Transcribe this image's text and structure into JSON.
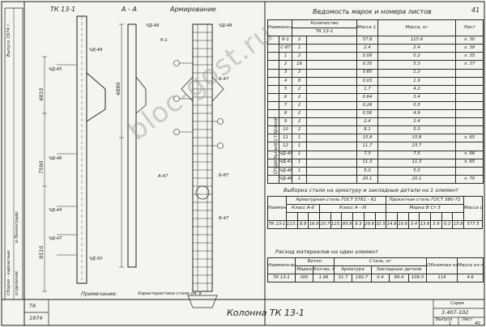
{
  "drawing": {
    "title_left": "ТК 13-1",
    "section_aa": "А - А",
    "reinforcement_label": "Армирование",
    "notes_label": "Примечание:",
    "notes_text": "Характеристики стали см. в",
    "sheet_number": "41",
    "watermark": "bloc-gost.ru",
    "dims": [
      "4810",
      "4890",
      "7590",
      "9510"
    ],
    "marks": [
      "ЧД-45",
      "ЧД-46",
      "ЧД-44",
      "ЧД-47",
      "ЧД-48",
      "ЧД-49",
      "ЧД-50",
      "К-1",
      "Б-87",
      "А-47",
      "В-47",
      "Б-47"
    ],
    "side_text_1": "Сборно - каркасные",
    "side_text_2": "отделение",
    "side_text_3": "в Ленинграде",
    "side_text_4": "Выпуск 1974 г."
  },
  "spec": {
    "title": "Ведомость марок и номера листов",
    "headers": [
      "Наимено-вание изделия",
      "Количество",
      "ТК 13-1",
      "Масса 1 шт. кг",
      "Масса, кг",
      "Лист"
    ],
    "group_label": "Отдельные стержни",
    "rows": [
      [
        "К-1",
        "2",
        "",
        "57.8",
        "115.6",
        "л. 30"
      ],
      [
        "С-87",
        "1",
        "",
        "2.4",
        "2.4",
        "л. 39"
      ],
      [
        "1",
        "2",
        "",
        "0.09",
        "0.2",
        "л. 35"
      ],
      [
        "2",
        "16",
        "",
        "0.35",
        "5.3",
        "л. 37"
      ],
      [
        "3",
        "2",
        "",
        "0.60",
        "1.2",
        ""
      ],
      [
        "4",
        "8",
        "",
        "0.03",
        "1.9",
        ""
      ],
      [
        "5",
        "2",
        "",
        "1.7",
        "4.2",
        ""
      ],
      [
        "6",
        "2",
        "",
        "0.64",
        "3.4",
        ""
      ],
      [
        "7",
        "2",
        "",
        "0.26",
        "0.5",
        ""
      ],
      [
        "8",
        "2",
        "",
        "0.56",
        "4.9",
        ""
      ],
      [
        "9",
        "2",
        "",
        "2.4",
        "2.4",
        ""
      ],
      [
        "10",
        "2",
        "",
        "8.1",
        "5.0",
        ""
      ],
      [
        "11",
        "1",
        "",
        "15.8",
        "15.8",
        "л. 65"
      ],
      [
        "12",
        "1",
        "",
        "11.7",
        "23.7",
        ""
      ],
      [
        "ЧД-45",
        "1",
        "",
        "7.3",
        "7.5",
        "л. 66"
      ],
      [
        "ЧД-47",
        "1",
        "",
        "11.3",
        "11.3",
        "л. 65"
      ],
      [
        "ЧД-46",
        "1",
        "",
        "5.0",
        "5.0",
        ""
      ],
      [
        "ЧД-46",
        "1",
        "",
        "20.1",
        "20.1",
        "л. 70"
      ]
    ]
  },
  "steel": {
    "title": "Выборка стали на арматуру и закладные детали на 1 элемент",
    "col1": "Наименование элемента",
    "col2": "Арматурная сталь ГОСТ 5781 - 61",
    "col3": "Прокатная сталь ГОСТ 380-71",
    "col4": "Масса стали, кг",
    "class1": "Класс А-II",
    "class2": "Класс А - III",
    "class3": "Марка В Ст 3",
    "row": [
      "ТК 13-1",
      "113.3",
      "8.8",
      "16.6",
      "10.7",
      "115.8",
      "85.8",
      "9.3",
      "29.6",
      "32.5",
      "14.9",
      "10.6",
      "3.4",
      "13.6",
      "3.9",
      "0.3",
      "15.8",
      "577.5"
    ]
  },
  "materials": {
    "title": "Расход материалов на один элемент",
    "headers": [
      "Наимено-вание эл-та",
      "Бетон",
      "Марка",
      "Кол-во, м3",
      "Арматура",
      "Закладные детали",
      "Сталь, кг",
      "Объемная нагрузка кг/м3",
      "Масса эл-та, т"
    ],
    "row": [
      "ТК 13-1",
      "300",
      "1.96",
      "31.7",
      "190.7",
      "0.4",
      "89.4",
      "109.3",
      "119",
      "4.6"
    ]
  },
  "stamp": {
    "code": "ТК",
    "year": "1974",
    "title": "Колонна ТК 13-1",
    "series_label": "Серия",
    "series": "3.407-102",
    "issue_label": "Выпуск",
    "sheet_label": "Лист",
    "issue": "1",
    "sheet": "40"
  }
}
